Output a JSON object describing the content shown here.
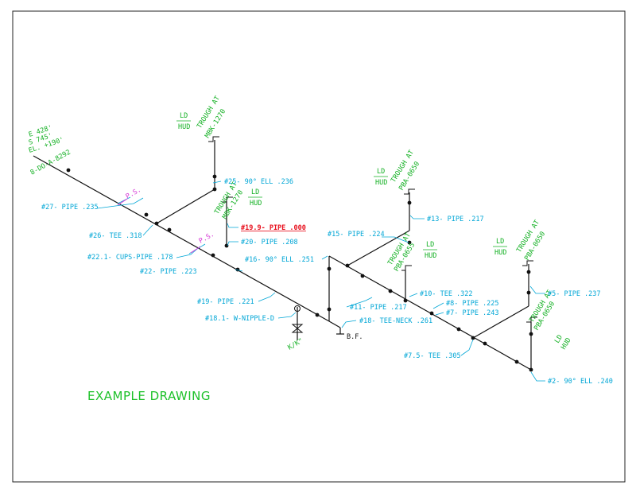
{
  "drawing_title": "EXAMPLE DRAWING",
  "coordinates": {
    "east": "E 428'",
    "south": "S 745'",
    "elevation": "EL. +190'",
    "line_id": "8-DO-A-8292"
  },
  "troughs": [
    {
      "name": "TROUGH AT",
      "ref": "MBK-1270",
      "ld": "LD",
      "hud": "HUD"
    },
    {
      "name": "TROUGH AT",
      "ref": "MBK-1270",
      "ld": "LD",
      "hud": "HUD"
    },
    {
      "name": "TROUGH AT",
      "ref": "PBA-0650",
      "ld": "LD",
      "hud": "HUD"
    },
    {
      "name": "TROUGH AT",
      "ref": "PBA-0655",
      "ld": "LD",
      "hud": "HUD"
    },
    {
      "name": "TROUGH AT",
      "ref": "PBA-0650",
      "ld": "LD",
      "hud": "HUD"
    },
    {
      "name": "TROUGH AT",
      "ref": "PBA-0650",
      "ld": "LD",
      "hud": "HUD"
    }
  ],
  "callouts": {
    "c25": "#25- 90° ELL .236",
    "c27": "#27- PIPE .235",
    "c26": "#26- TEE .318",
    "c19_9": "#19.9- PIPE .000",
    "c20": "#20- PIPE .208",
    "c22_1": "#22.1- CUPS-PIPE .178",
    "c22": "#22- PIPE .223",
    "c16": "#16- 90° ELL .251",
    "c19": "#19- PIPE .221",
    "c18_1": "#18.1- W-NIPPLE-D",
    "c18": "#18- TEE-NECK .261",
    "c15": "#15- PIPE .224",
    "c13": "#13- PIPE .217",
    "c11": "#11- PIPE .217",
    "c10": "#10- TEE .322",
    "c8": "#8- PIPE .225",
    "c7": "#7- PIPE .243",
    "c7_5": "#7.5- TEE .305",
    "c5": "#5- PIPE .237",
    "c2": "#2- 90° ELL .240"
  },
  "marks": {
    "ps1": "P.S.",
    "ps2": "P.S.",
    "bf": "B.F.",
    "kk": "K/K\""
  }
}
